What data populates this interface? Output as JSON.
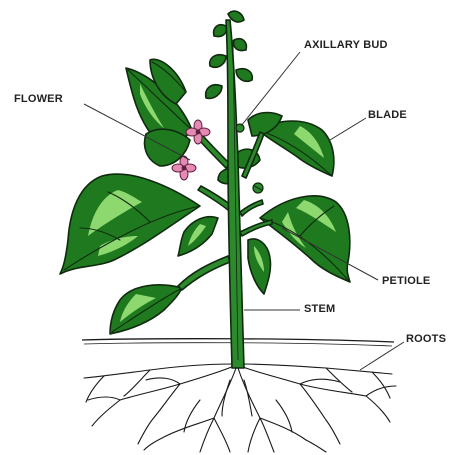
{
  "labels": {
    "axillary_bud": "AXILLARY BUD",
    "flower": "FLOWER",
    "blade": "BLADE",
    "petiole": "PETIOLE",
    "stem": "STEM",
    "roots": "ROOTS"
  },
  "colors": {
    "leaf_dark": "#1f7a1f",
    "leaf_light": "#8ed870",
    "stem": "#2c8a2c",
    "flower": "#e58ab4",
    "outline": "#0f2a0f",
    "roots": "#1a1a1a",
    "label_text": "#222222"
  }
}
